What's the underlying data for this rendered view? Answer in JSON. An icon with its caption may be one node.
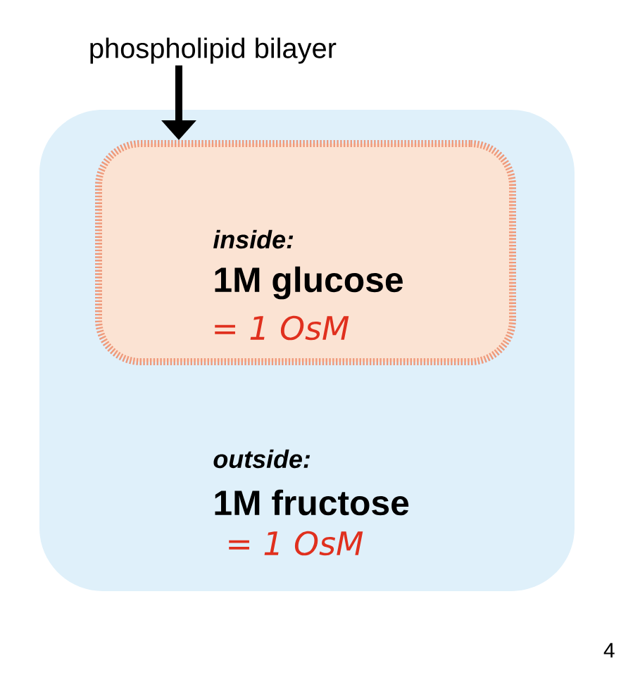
{
  "diagram": {
    "nodes": [
      {
        "text": [
          "outside:",
          "1M fructose",
          "= 1 OsM"
        ]
      },
      {
        "text": [
          "inside:",
          "1M glucose",
          "= 1 OsM"
        ],
        "in": 0
      },
      {
        "text": [
          "phospholipid bilayer"
        ]
      }
    ],
    "edges": [
      {
        "from": 2,
        "to": 1,
        "arrow": "to"
      }
    ],
    "labels": [
      "4"
    ]
  }
}
